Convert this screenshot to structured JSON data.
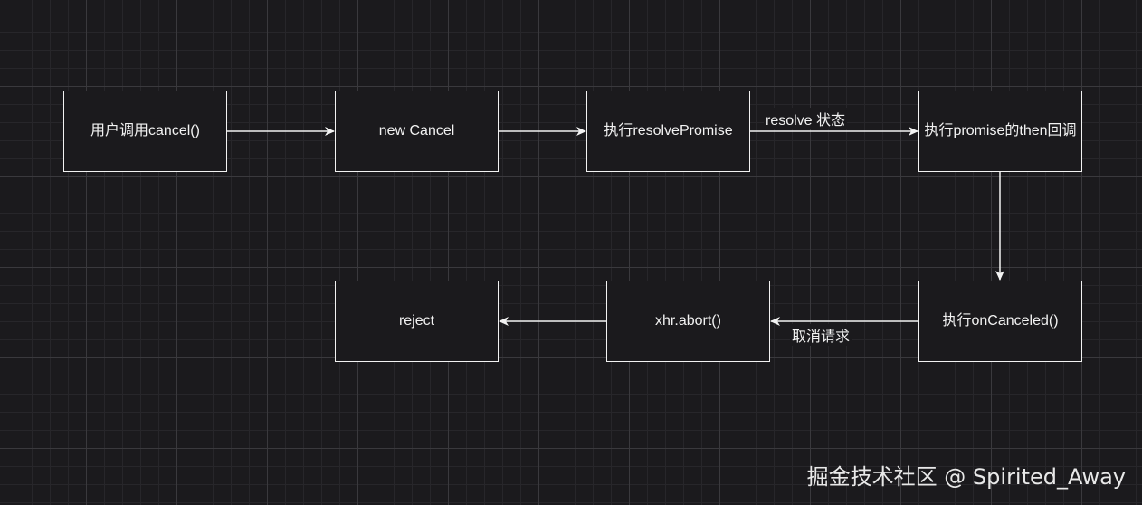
{
  "nodes": {
    "user_cancel": "用户调用cancel()",
    "new_cancel": "new Cancel",
    "resolve_promise": "执行resolvePromise",
    "then_callback": "执行promise的then回调",
    "on_canceled": "执行onCanceled()",
    "xhr_abort": "xhr.abort()",
    "reject": "reject"
  },
  "edge_labels": {
    "resolve_state": "resolve 状态",
    "cancel_request": "取消请求"
  },
  "watermark": "掘金技术社区 @ Spirited_Away",
  "colors": {
    "background": "#1b1a1d",
    "stroke": "#f2f2f2",
    "grid_major": "#3a393d",
    "grid_minor": "#27262a"
  }
}
